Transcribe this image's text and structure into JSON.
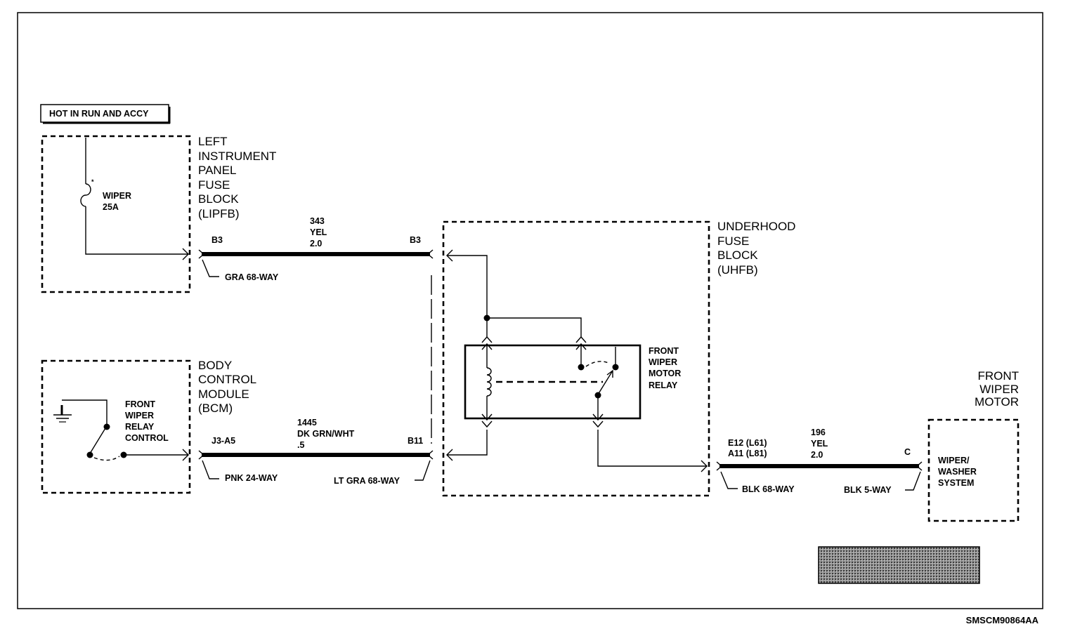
{
  "hot_label": "HOT IN RUN AND ACCY",
  "lipfb": {
    "title_lines": [
      "LEFT",
      "INSTRUMENT",
      "PANEL",
      "FUSE",
      "BLOCK",
      "(LIPFB)"
    ],
    "fuse_name": "WIPER",
    "fuse_rating": "25A"
  },
  "circuit_343": {
    "left_pin": "B3",
    "right_pin": "B3",
    "number": "343",
    "color": "YEL",
    "gauge": "2.0",
    "connector": "GRA 68-WAY"
  },
  "bcm": {
    "title_lines": [
      "BODY",
      "CONTROL",
      "MODULE",
      "(BCM)"
    ],
    "control_lines": [
      "FRONT",
      "WIPER",
      "RELAY",
      "CONTROL"
    ]
  },
  "circuit_1445": {
    "left_pin": "J3-A5",
    "right_pin": "B11",
    "number": "1445",
    "color": "DK GRN/WHT",
    "gauge": ".5",
    "left_connector": "PNK 24-WAY",
    "right_connector": "LT GRA 68-WAY"
  },
  "uhfb": {
    "title_lines": [
      "UNDERHOOD",
      "FUSE",
      "BLOCK",
      "(UHFB)"
    ],
    "relay_lines": [
      "FRONT",
      "WIPER",
      "MOTOR",
      "RELAY"
    ]
  },
  "circuit_196": {
    "left_pin_lines": [
      "E12 (L61)",
      "A11 (L81)"
    ],
    "right_pin": "C",
    "number": "196",
    "color": "YEL",
    "gauge": "2.0",
    "left_connector": "BLK 68-WAY",
    "right_connector": "BLK 5-WAY"
  },
  "motor": {
    "title_lines": [
      "FRONT",
      "WIPER",
      "MOTOR"
    ],
    "system_lines": [
      "WIPER/",
      "WASHER",
      "SYSTEM"
    ]
  },
  "figure_id": "SMSCM90864AA"
}
